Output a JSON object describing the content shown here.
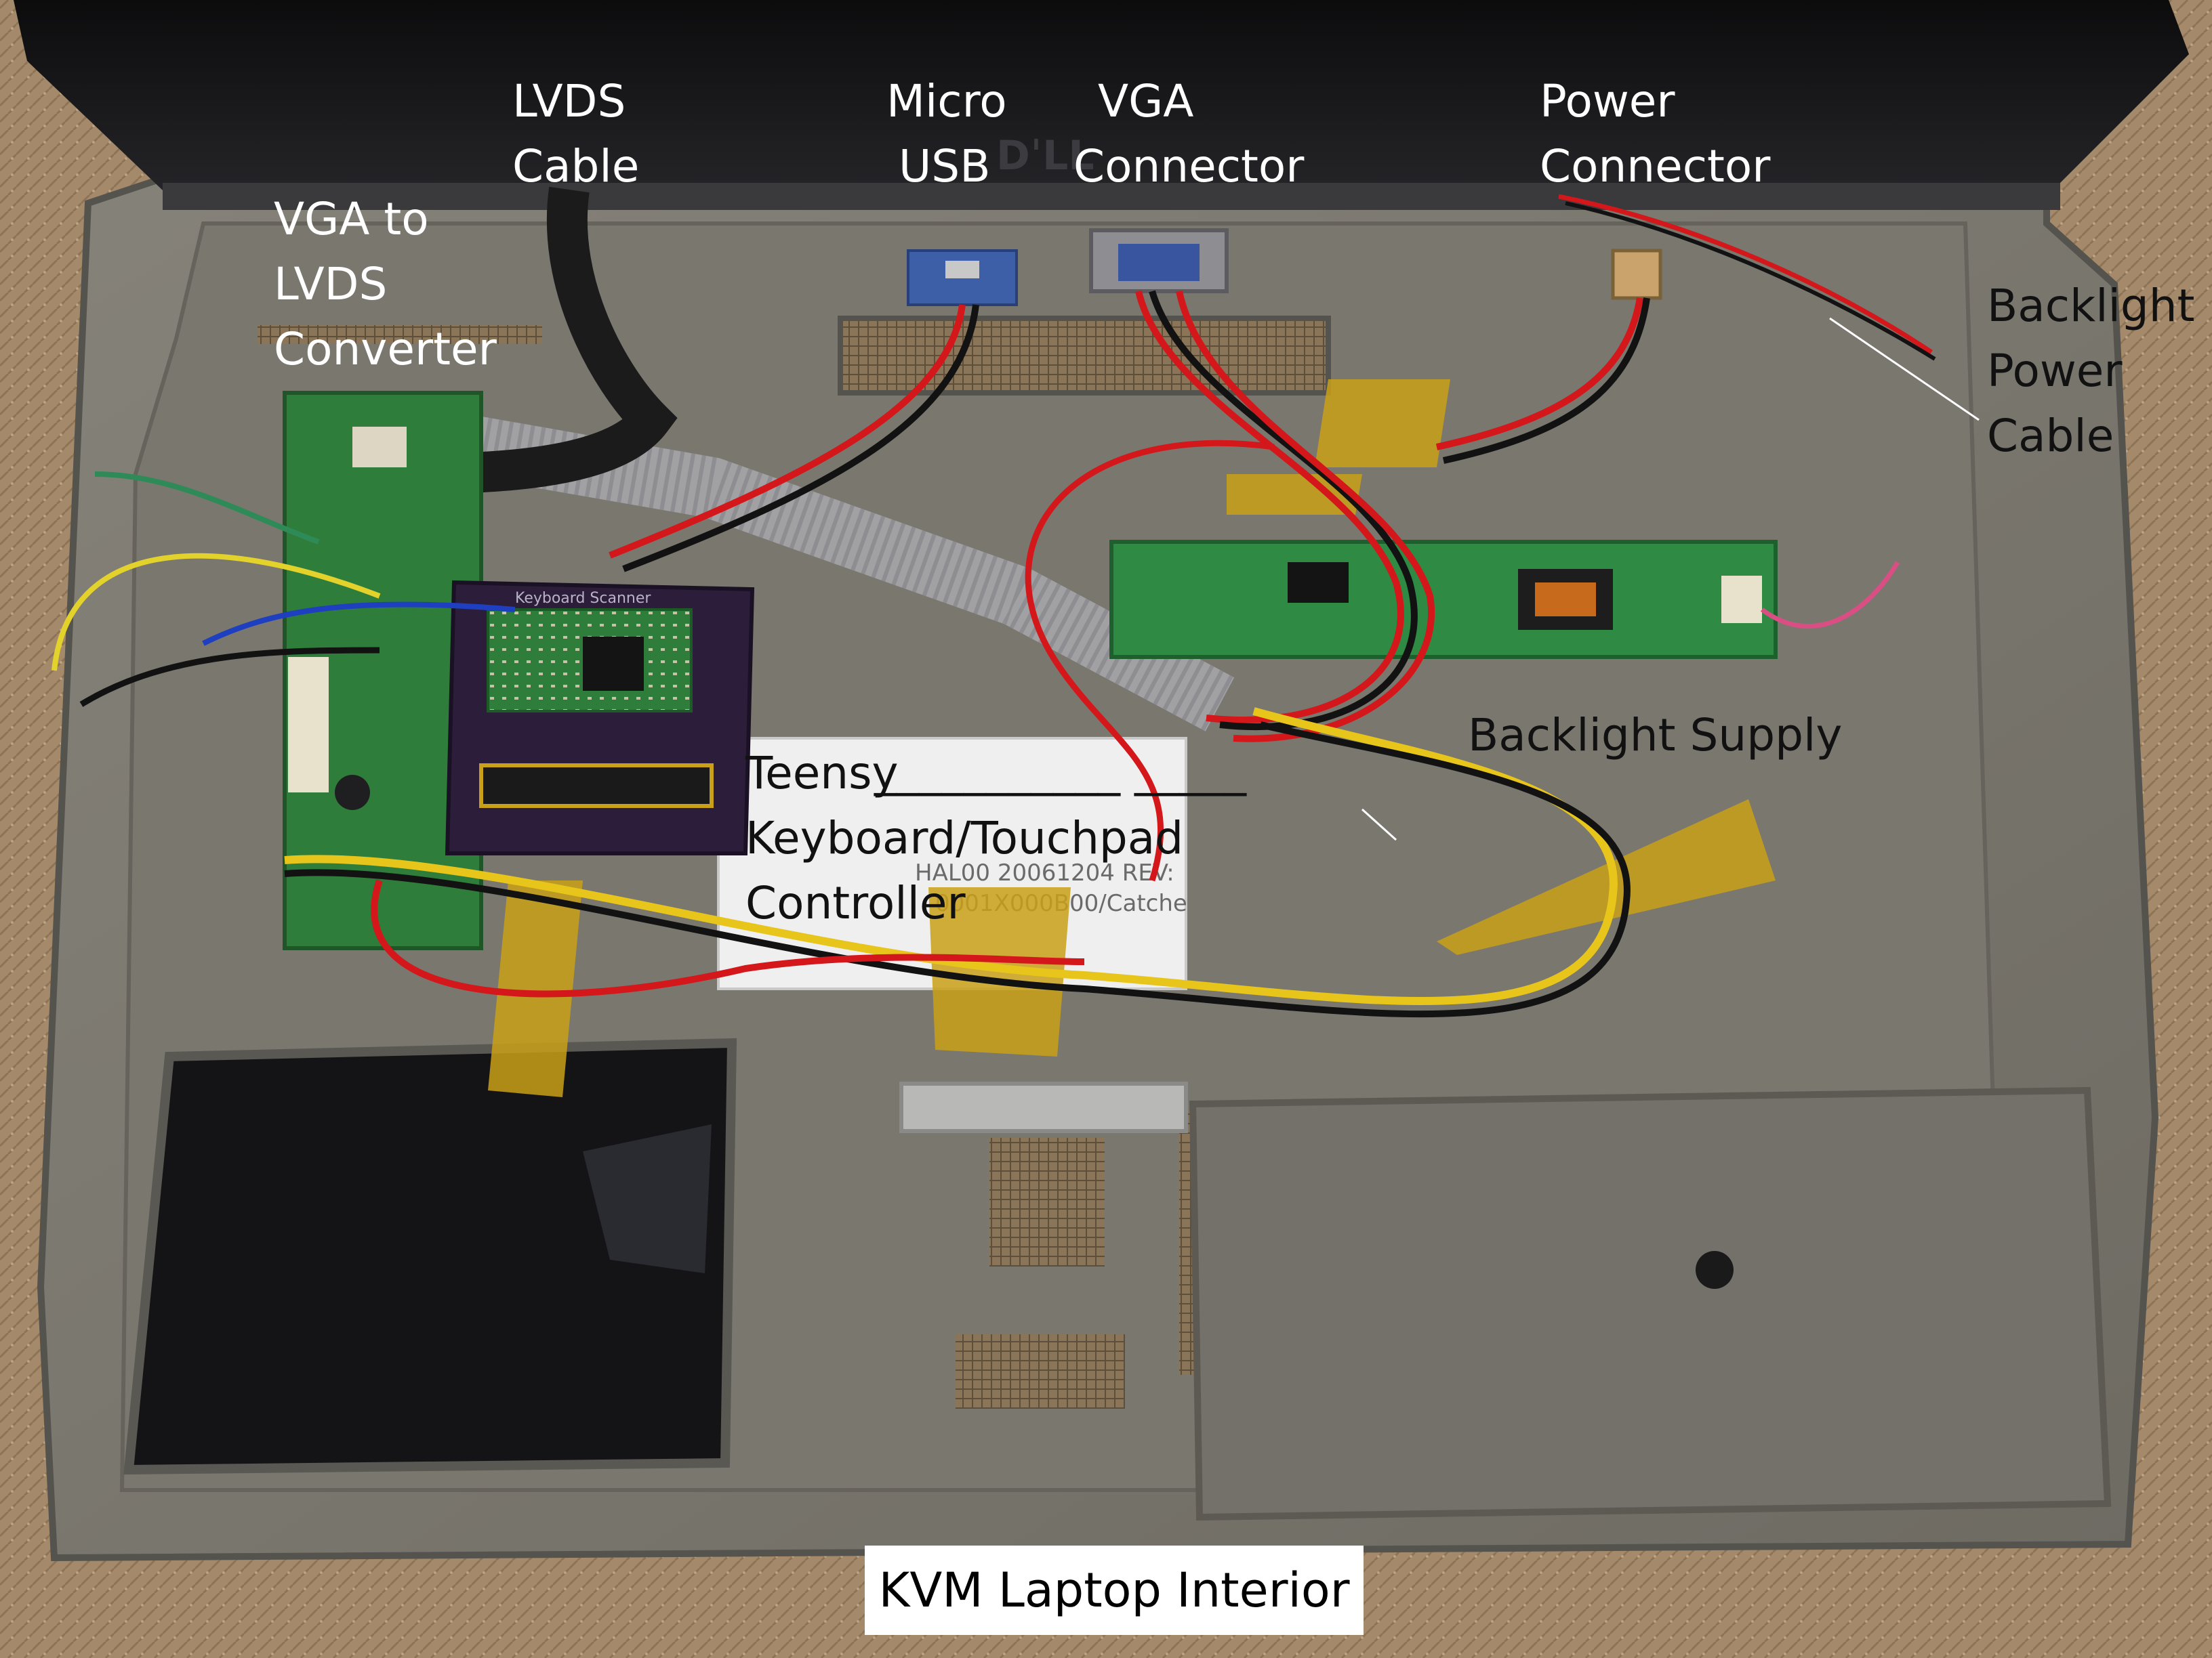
{
  "photo": {
    "caption": "KVM Laptop Interior",
    "colors": {
      "carpet": "#a4896a",
      "chassis": "#7d7a72",
      "screen_bezel": "#1a1a1b",
      "pcb": "#2f7d3a",
      "kapton_tape": "#c9a018",
      "wire_red": "#d3171b",
      "wire_black": "#121212",
      "wire_yellow": "#e8c51a",
      "ribbon": "#a3a3a7"
    },
    "labels": {
      "lvds_cable": [
        "LVDS",
        "Cable"
      ],
      "micro_usb": [
        "Micro",
        "USB"
      ],
      "vga_connector": [
        "VGA",
        "Connector"
      ],
      "power_connector": [
        "Power",
        "Connector"
      ],
      "vga_to_lvds": [
        "VGA to",
        "LVDS",
        "Converter"
      ],
      "backlight_power_cable": [
        "Backlight",
        "Power",
        "Cable"
      ],
      "backlight_supply": "Backlight Supply",
      "teensy": [
        "Teensy",
        "Keyboard/Touchpad",
        "Controller"
      ]
    },
    "visible_markings": {
      "teensy_underline": "___________  _____",
      "board_silkscreen": "Keyboard Scanner",
      "service_sticker": [
        "HAL00  20061204  REV:",
        "0001X000B00/Catche"
      ]
    }
  }
}
